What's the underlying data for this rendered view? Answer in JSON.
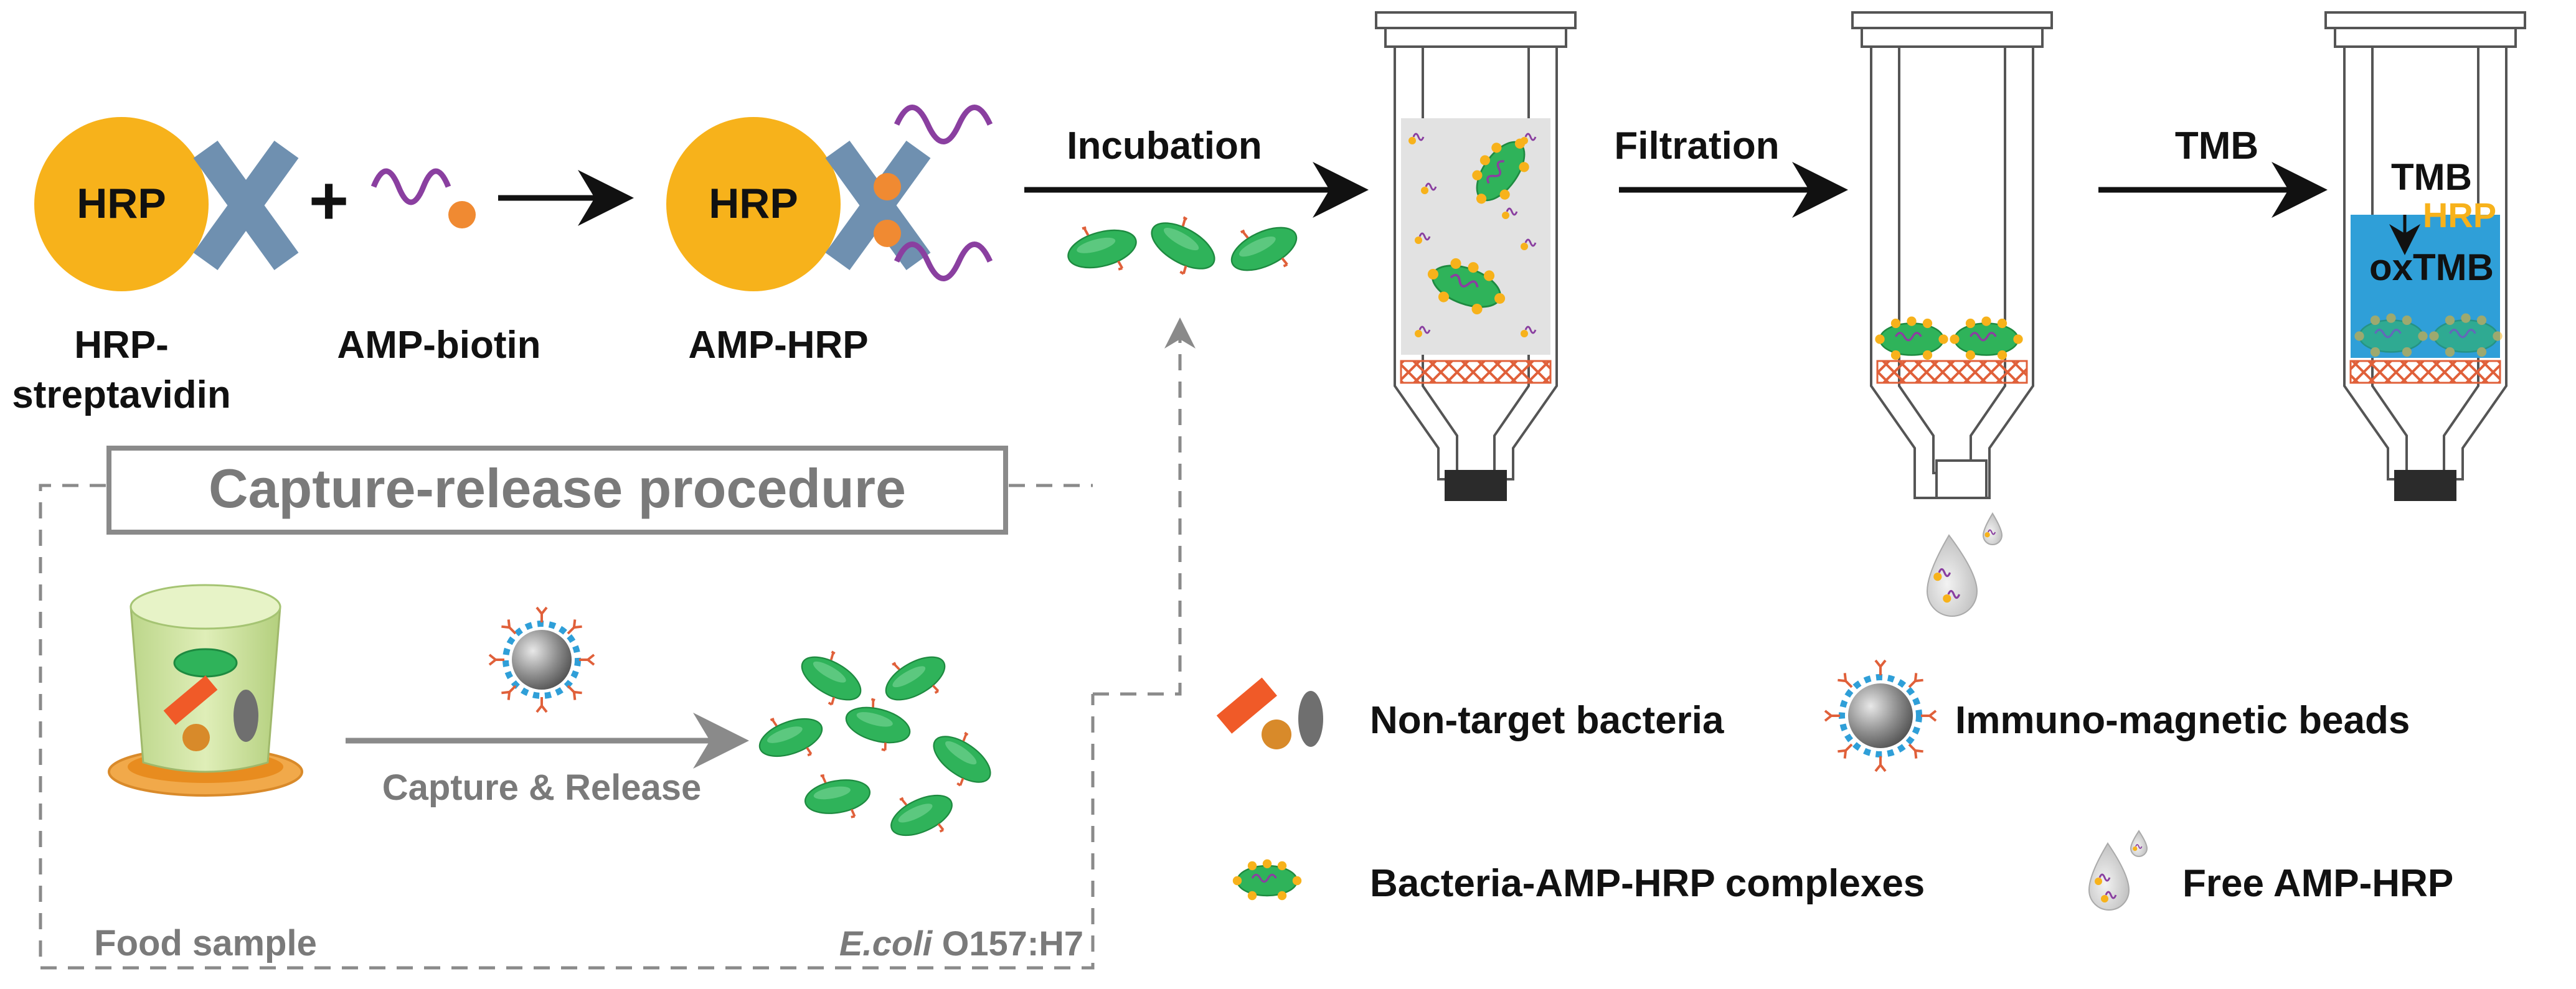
{
  "top_row": {
    "hrp_circle_1": "HRP",
    "hrp_circle_2": "HRP",
    "plus_sign": "+",
    "label_hrp_line1": "HRP-",
    "label_hrp_line2": "streptavidin",
    "label_amp_biotin": "AMP-biotin",
    "label_amp_hrp": "AMP-HRP",
    "arrow_incubation": "Incubation",
    "arrow_filtration": "Filtration",
    "arrow_tmb": "TMB"
  },
  "tube3": {
    "tmb": "TMB",
    "hrp": "HRP",
    "oxtmb": "oxTMB"
  },
  "capture_box": {
    "title": "Capture-release procedure",
    "food_sample": "Food sample",
    "capture_release": "Capture & Release",
    "ecoli_italic": "E.coli",
    "ecoli_strain": " O157:H7"
  },
  "legend": {
    "non_target": "Non-target bacteria",
    "immuno_beads": "Immuno-magnetic beads",
    "complexes": "Bacteria-AMP-HRP complexes",
    "free_amp_hrp": "Free AMP-HRP"
  },
  "colors": {
    "hrp_orange": "#f7b21b",
    "streptavidin_blue": "#6f90b0",
    "amp_purple": "#8a3fa0",
    "biotin_orange": "#f08a32",
    "bacteria_green": "#2fb35a",
    "liquid_blue": "#2f9fd8",
    "filter_red": "#e0603a",
    "gray_text": "#7a7a7a"
  }
}
